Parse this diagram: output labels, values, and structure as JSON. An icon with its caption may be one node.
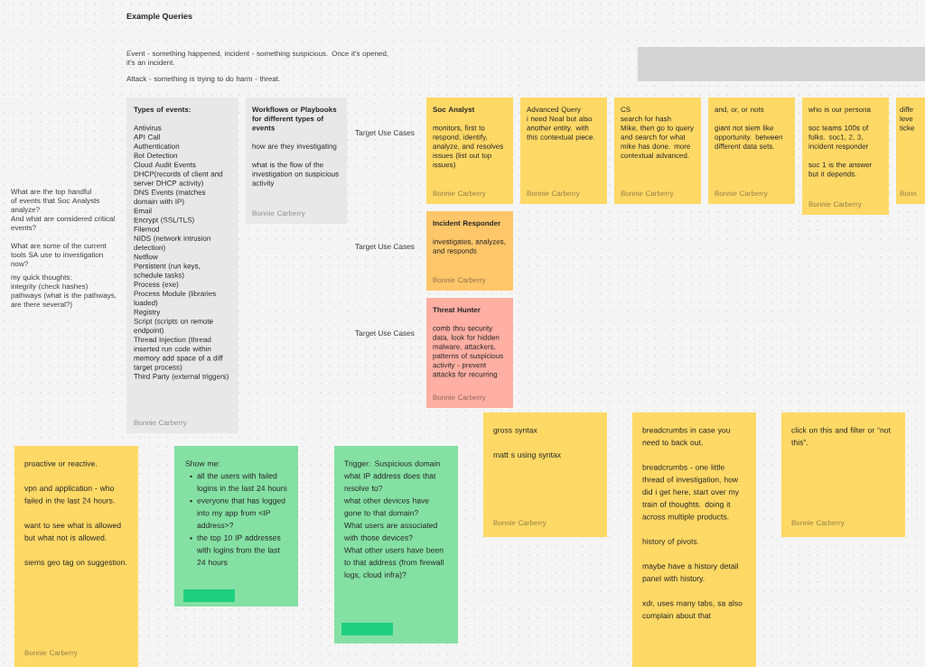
{
  "diagram": {
    "title": "Example Queries",
    "nodes": [
      {
        "text": [
          "Types of events:",
          "Antivirus",
          "API Call",
          "Authentication",
          "Bot Detection",
          "Cloud Audit Events",
          "DHCP(records of client and server DHCP activity)",
          "DNS Events (matches domain with IP)",
          "Email",
          "Encrypt (SSL/TLS)",
          "Filemod",
          "NIDS (network intrusion detection)",
          "Netflow",
          "Persistent (run keys, schedule tasks)",
          "Process (exe)",
          "Process Module (libraries loaded)",
          "Registry",
          "Script (scripts on remote endpoint)",
          "Thread Injection (thread inserted run code within memory add space of a diff target process)",
          "Third Party (external triggers)",
          "Bonnie Carberry"
        ]
      },
      {
        "text": [
          "Workflows or Playbooks for different types of events",
          "how are they investigating",
          "what is the flow of the investigation on suspicious activity",
          "Bonnie Carberry"
        ]
      },
      {
        "text": [
          "Soc Analyst",
          "monitors, first to respond, identify, analyze, and resolves issues (list out top issues)",
          "Bonnie Carberry"
        ]
      },
      {
        "text": [
          "Advanced Query",
          "i need Neal but also another entity. with this contextual piece.",
          "Bonnie Carberry"
        ]
      },
      {
        "text": [
          "CS",
          "search for hash",
          "Mike, then go to query and search for what mike has done. more contextual advanced.",
          "Bonnie Carberry"
        ]
      },
      {
        "text": [
          "and, or, or nots",
          "giant not siem like opportunity. between different data sets.",
          "Bonnie Carberry"
        ]
      },
      {
        "text": [
          "who is our persona",
          "soc teams 100s of folks. soc1, 2, 3, incident responder",
          "soc 1 is the answer but it depends.",
          "Bonnie Carberry"
        ]
      },
      {
        "text": [
          "diffe leve ticke",
          "Bonn"
        ]
      },
      {
        "text": [
          "Incident Responder",
          "investigates, analyzes, and responds",
          "Bonnie Carberry"
        ]
      },
      {
        "text": [
          "Threat Hunter",
          "comb thru security data, look for hidden malware, attackers, patterns of suspicious activity - prevent attacks for recurring",
          "Bonnie Carberry"
        ]
      },
      {
        "text": [
          "proactive or reactive.",
          "vpn and application - who failed in the last 24 hours.",
          "want to see what is allowed but what not is allowed.",
          "siems geo tag on suggestion.",
          "Bonnie Carberry"
        ]
      },
      {
        "text": [
          "Show me:",
          "all the users with failed logins in the last 24 hours",
          "everyone that has logged into my app from <IP address>?",
          "the top 10 IP addresses with logins from the last 24 hours"
        ]
      },
      {
        "text": [
          "Trigger: Suspicious domain",
          "what IP address does that resolve to?",
          "what other devices have gone to that domain?",
          "What users are associated with those devices?",
          "What other users have been to that address (from firewall logs, cloud infra)?"
        ]
      },
      {
        "text": [
          "gross syntax",
          "matt s using syntax",
          "Bonnie Carberry"
        ]
      },
      {
        "text": [
          "breadcrumbs in case you need to back out.",
          "breadcrumbs - one little thread of investigation, how did i get here, start over my train of thoughts. doing it across multiple products.",
          "history of pivots.",
          "maybe have a history detail panel with history.",
          "xdr, uses many tabs, sa also complain about that"
        ]
      },
      {
        "text": [
          "click on this and filter or “not this”.",
          "Bonnie Carberry"
        ]
      },
      {
        "text": [],
        "shape": "bar"
      }
    ],
    "labels": [
      "Event - something happened, incident - something suspicious. Once it's opened, it's an incident.",
      "Attack - something is trying to do harm - threat.",
      "Target Use Cases",
      "What are the top handful of events that Soc Analysts analyze?",
      "And what are considered critical events?",
      "What are some of the current tools SA use to investigation now?",
      "my quick thoughts:",
      "integrity (check hashes)",
      "pathways (what is the pathways, are there several?)",
      "Target Use Cases",
      "Target Use Cases"
    ]
  }
}
